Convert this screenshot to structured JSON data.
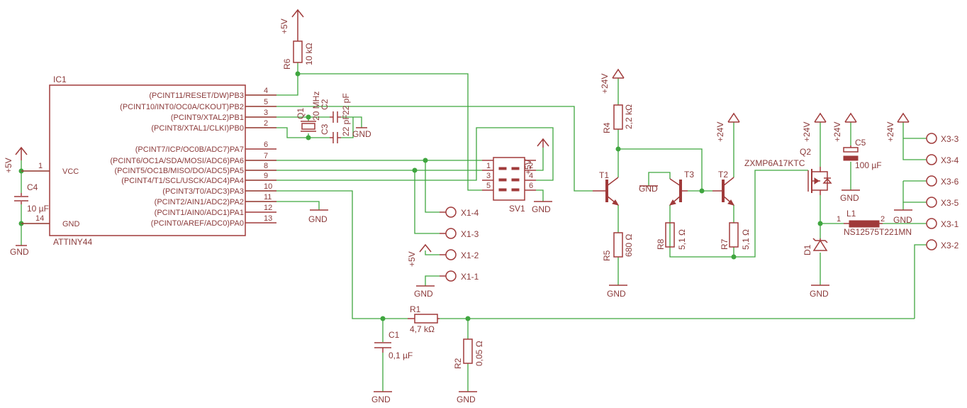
{
  "ic1": {
    "ref": "IC1",
    "value": "ATTINY44",
    "vcc": "VCC",
    "gnd": "GND",
    "pins_left": [
      "1",
      "14"
    ],
    "pins_right": [
      {
        "num": "4",
        "name": "(PCINT11/RESET/DW)PB3"
      },
      {
        "num": "5",
        "name": "(PCINT10/INT0/OC0A/CKOUT)PB2"
      },
      {
        "num": "3",
        "name": "(PCINT9/XTAL2)PB1"
      },
      {
        "num": "2",
        "name": "(PCINT8/XTAL1/CLKI)PB0"
      },
      {
        "num": "6",
        "name": "(PCINT7/ICP/OC0B/ADC7)PA7"
      },
      {
        "num": "7",
        "name": "(PCINT6/OC1A/SDA/MOSI/ADC6)PA6"
      },
      {
        "num": "8",
        "name": "(PCINT5/OC1B/MISO/DO/ADC5)PA5"
      },
      {
        "num": "9",
        "name": "(PCINT4/T1/SCL/USCK/ADC4)PA4"
      },
      {
        "num": "10",
        "name": "(PCINT3/T0/ADC3)PA3"
      },
      {
        "num": "11",
        "name": "(PCINT2/AIN1/ADC2)PA2"
      },
      {
        "num": "12",
        "name": "(PCINT1/AIN0/ADC1)PA1"
      },
      {
        "num": "13",
        "name": "(PCINT0/AREF/ADC0)PA0"
      }
    ]
  },
  "supply": {
    "p5v": "+5V",
    "p24v": "+24V",
    "gnd": "GND"
  },
  "c4": {
    "ref": "C4",
    "value": "10 µF"
  },
  "r6": {
    "ref": "R6",
    "value": "10 kΩ"
  },
  "q1": {
    "ref": "Q1",
    "value": "20 MHz"
  },
  "c2": {
    "ref": "C2",
    "value": "22 pF"
  },
  "c3": {
    "ref": "C3",
    "value": "22 pF"
  },
  "sv1": {
    "ref": "SV1",
    "pins": [
      "1",
      "2",
      "3",
      "4",
      "5",
      "6"
    ]
  },
  "x1": [
    "X1-4",
    "X1-3",
    "X1-2",
    "X1-1"
  ],
  "r1": {
    "ref": "R1",
    "value": "4,7 kΩ"
  },
  "c1": {
    "ref": "C1",
    "value": "0,1 µF"
  },
  "r2": {
    "ref": "R2",
    "value": "0,05 Ω"
  },
  "r4": {
    "ref": "R4",
    "value": "2,2 kΩ"
  },
  "r5": {
    "ref": "R5",
    "value": "680 Ω"
  },
  "t1": {
    "ref": "T1"
  },
  "t2": {
    "ref": "T2"
  },
  "t3": {
    "ref": "T3"
  },
  "r7": {
    "ref": "R7",
    "value": "5,1 Ω"
  },
  "r8": {
    "ref": "R8",
    "value": "5,1 Ω"
  },
  "q2": {
    "ref": "Q2",
    "value": "ZXMP6A17KTC"
  },
  "c5": {
    "ref": "C5",
    "value": "100 µF"
  },
  "l1": {
    "ref": "L1",
    "value": "NS12575T221MN",
    "pin1": "1",
    "pin2": "2"
  },
  "d1": {
    "ref": "D1"
  },
  "x3": [
    "X3-3",
    "X3-4",
    "X3-6",
    "X3-5",
    "X3-1",
    "X3-2"
  ],
  "colors": {
    "wire": "#3fa63f",
    "part": "#a03a3a",
    "text": "#8b3a3a"
  }
}
